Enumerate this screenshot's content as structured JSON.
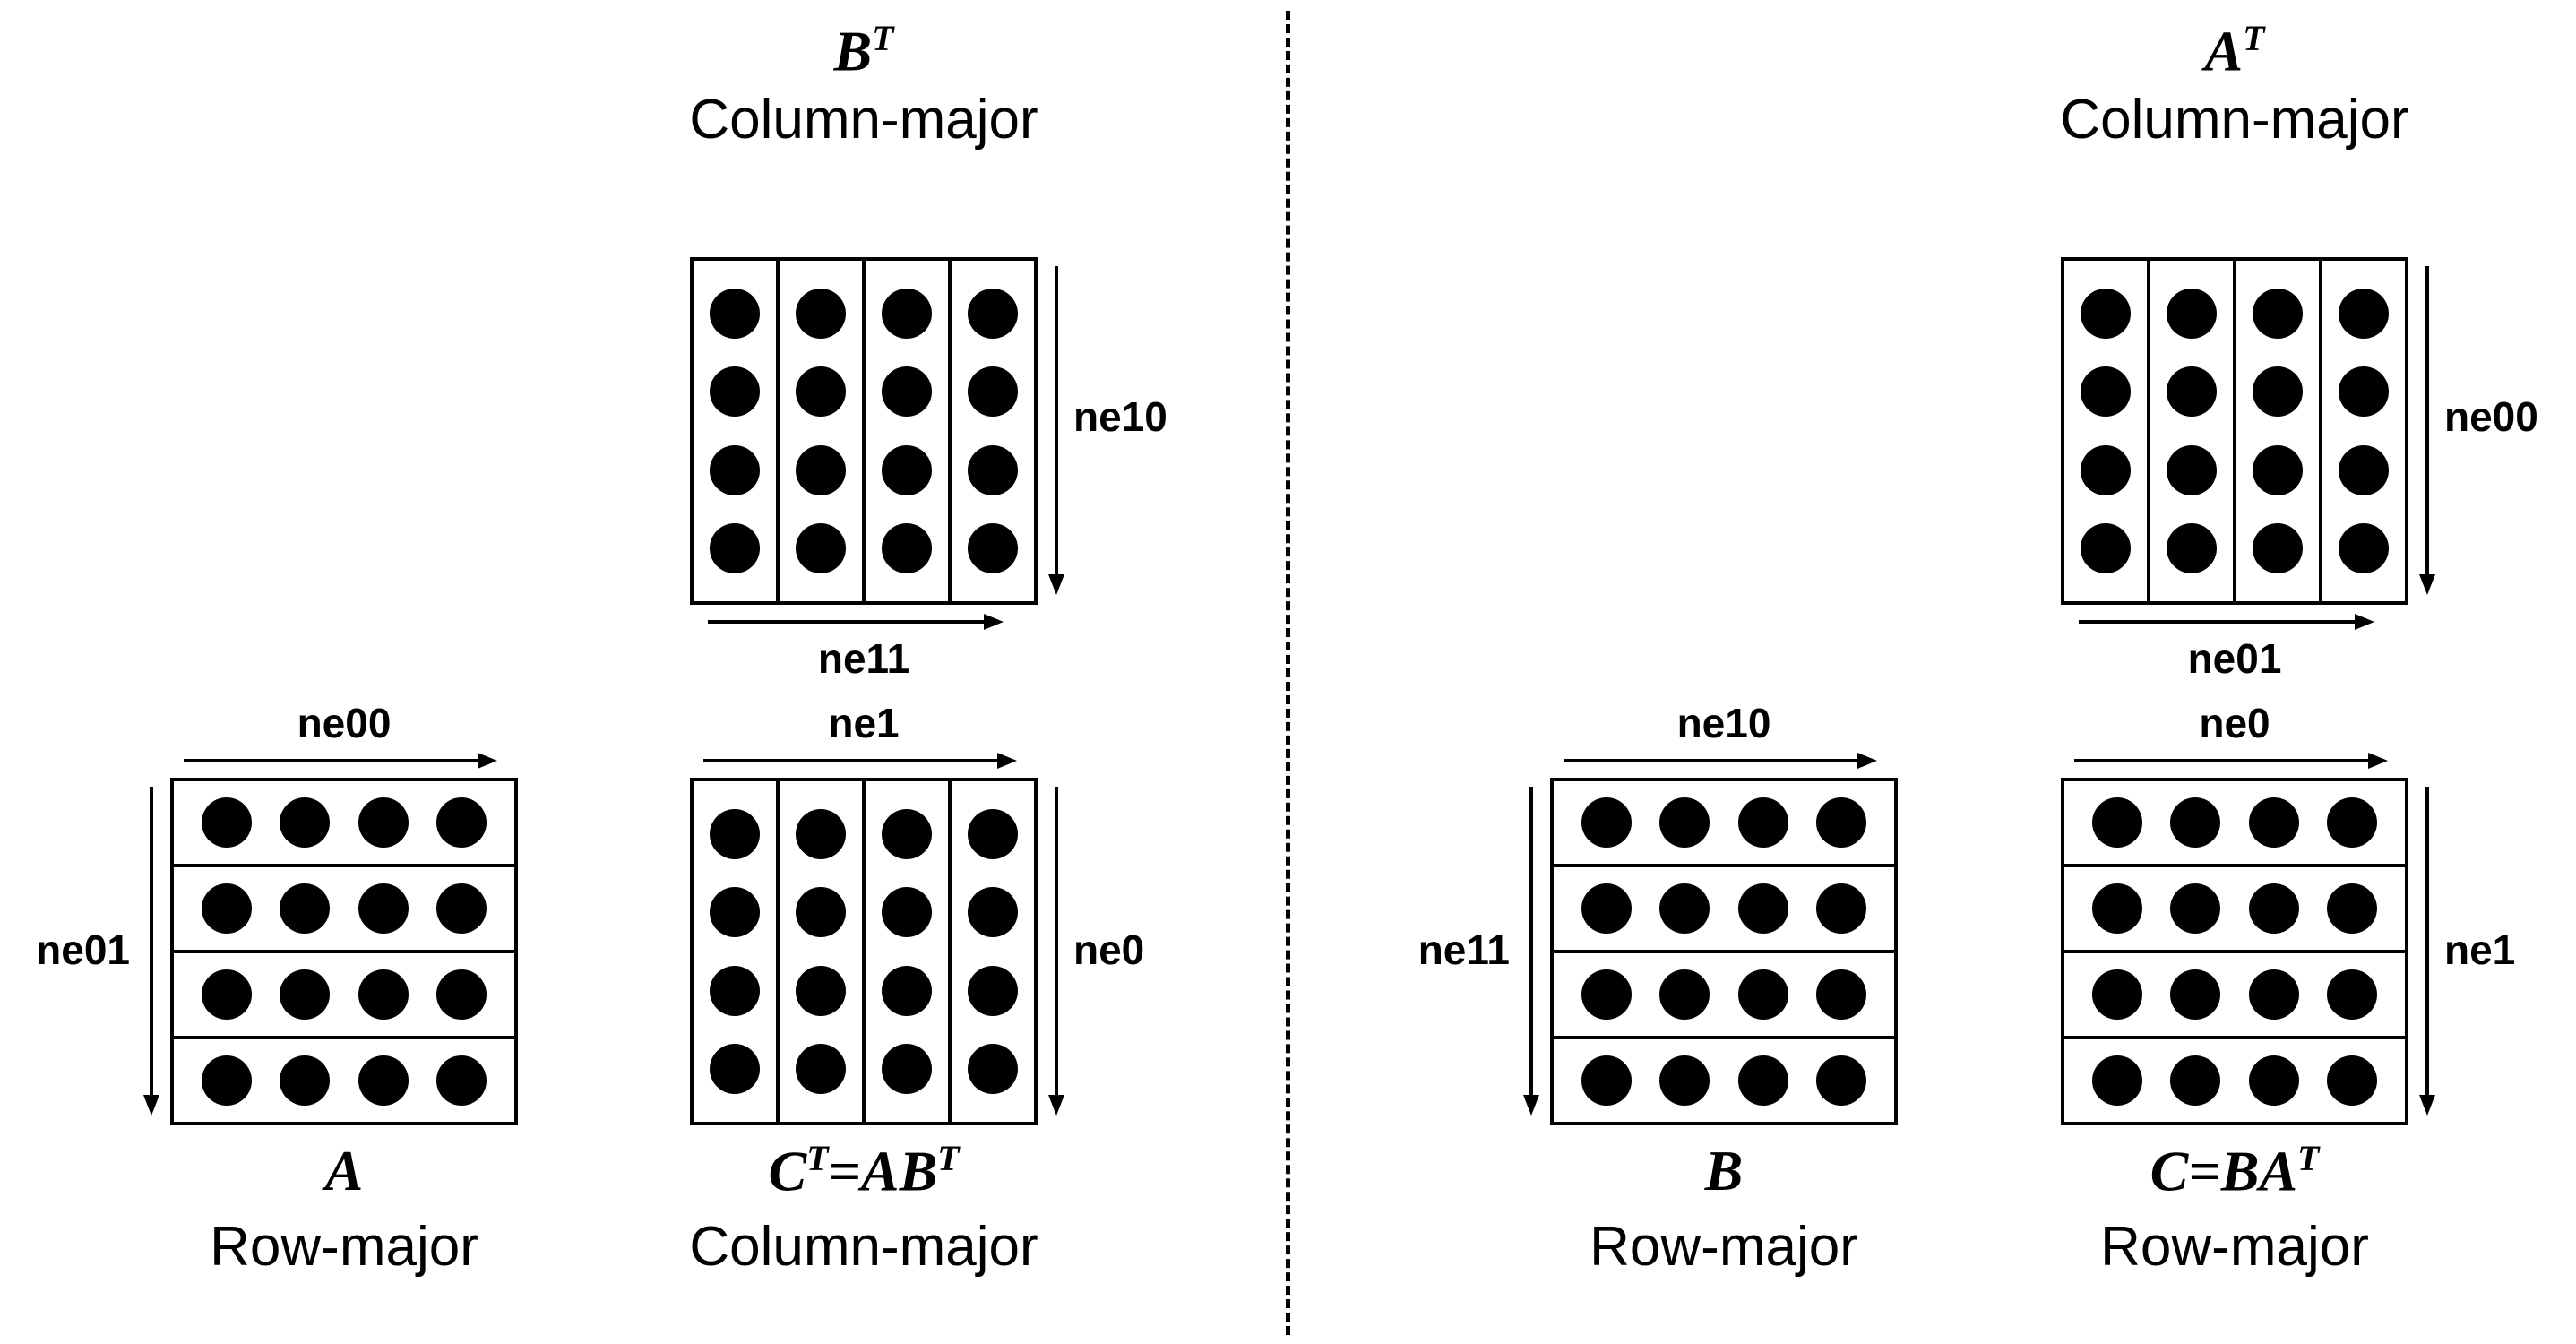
{
  "figures": {
    "left_top": {
      "title_parts": {
        "p1": "B",
        "sup1": "T"
      },
      "layout": "Column-major",
      "axis_right": "ne10",
      "axis_bottom": "ne11"
    },
    "left_a": {
      "title_parts": {
        "p1": "A"
      },
      "layout": "Row-major",
      "axis_top": "ne00",
      "axis_left": "ne01"
    },
    "left_c": {
      "title_parts": {
        "p1": "C",
        "sup1": "T",
        "p2": "=AB",
        "sup2": "T"
      },
      "layout": "Column-major",
      "axis_top": "ne1",
      "axis_right": "ne0"
    },
    "right_top": {
      "title_parts": {
        "p1": "A",
        "sup1": "T"
      },
      "layout": "Column-major",
      "axis_right": "ne00",
      "axis_bottom": "ne01"
    },
    "right_b": {
      "title_parts": {
        "p1": "B"
      },
      "layout": "Row-major",
      "axis_top": "ne10",
      "axis_left": "ne11"
    },
    "right_c": {
      "title_parts": {
        "p1": "C=BA",
        "sup1": "T"
      },
      "layout": "Row-major",
      "axis_top": "ne0",
      "axis_right": "ne1"
    }
  },
  "matrix": {
    "rows": 4,
    "cols": 4
  },
  "colors": {
    "ink": "#000000",
    "background": "#ffffff"
  }
}
